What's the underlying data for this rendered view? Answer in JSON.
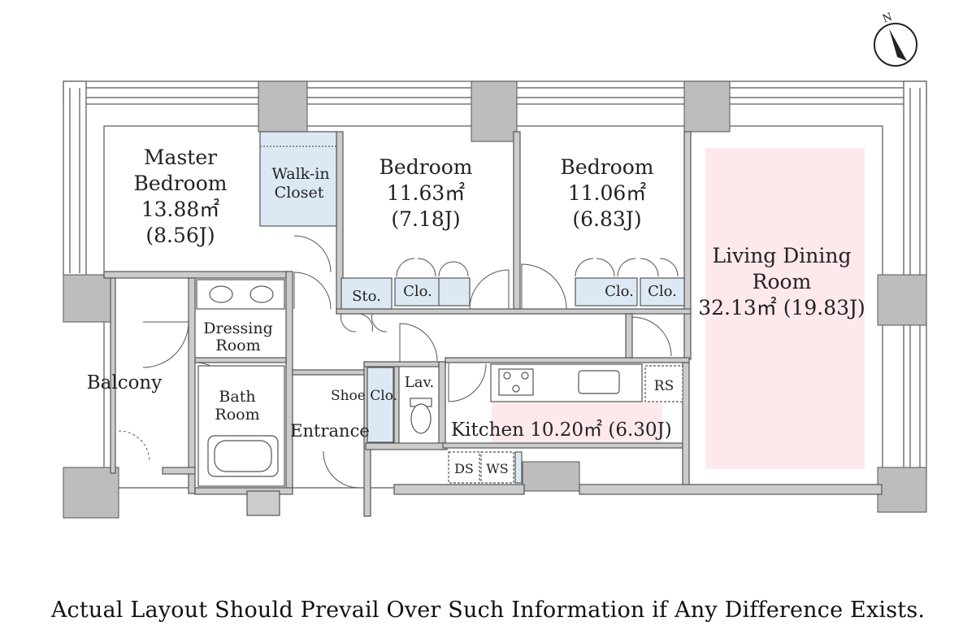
{
  "compass": {
    "north_label": "N"
  },
  "rooms": {
    "master_bedroom": {
      "line1": "Master",
      "line2": "Bedroom",
      "area": "13.88㎡",
      "jo": "(8.56J)"
    },
    "walk_in_closet": {
      "line1": "Walk-in",
      "line2": "Closet"
    },
    "bedroom_1": {
      "name": "Bedroom",
      "area": "11.63㎡",
      "jo": "(7.18J)"
    },
    "bedroom_2": {
      "name": "Bedroom",
      "area": "11.06㎡",
      "jo": "(6.83J)"
    },
    "living_dining": {
      "line1": "Living Dining",
      "line2": "Room",
      "area": "32.13㎡ (19.83J)"
    },
    "storage": {
      "name": "Sto."
    },
    "closet_1": {
      "name": "Clo."
    },
    "closet_2": {
      "name": "Clo."
    },
    "closet_3": {
      "name": "Clo."
    },
    "dressing_room": {
      "line1": "Dressing",
      "line2": "Room"
    },
    "balcony": {
      "name": "Balcony"
    },
    "bath_room": {
      "line1": "Bath",
      "line2": "Room"
    },
    "shoe_closet": {
      "name": "Shoe Clo."
    },
    "lavatory": {
      "name": "Lav."
    },
    "entrance": {
      "name": "Entrance"
    },
    "refrigerator_space": {
      "name": "RS"
    },
    "kitchen": {
      "name": "Kitchen 10.20㎡ (6.30J)"
    },
    "dishwasher_space": {
      "name": "DS"
    },
    "washer_space": {
      "name": "WS"
    }
  },
  "disclaimer": "Actual Layout Should Prevail Over Such Information if Any Difference Exists.",
  "colors": {
    "wall_fill": "#cccccc",
    "closet_fill": "#dce9f5",
    "living_highlight": "#fde9ec",
    "kitchen_highlight": "#fde9ec"
  }
}
